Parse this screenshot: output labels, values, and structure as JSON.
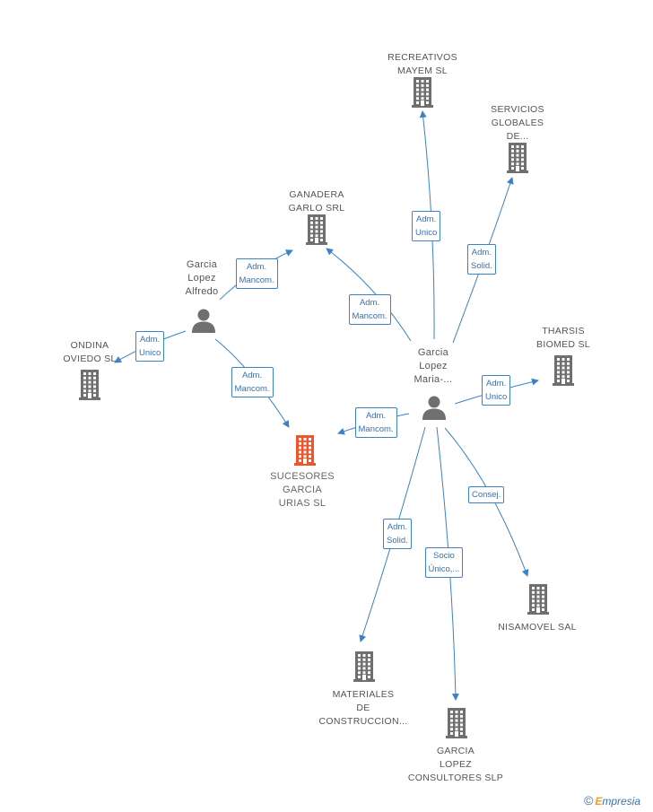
{
  "colors": {
    "edge": "#3b82c8",
    "company_icon": "#6f6f6f",
    "target_icon": "#f0542a",
    "person_icon": "#6f6f6f"
  },
  "nodes": [
    {
      "id": "recreativos",
      "type": "company",
      "label": "RECREATIVOS\nMAYEM SL"
    },
    {
      "id": "servicios",
      "type": "company",
      "label": "SERVICIOS\nGLOBALES\nDE..."
    },
    {
      "id": "ganadera",
      "type": "company",
      "label": "GANADERA\nGARLO SRL"
    },
    {
      "id": "alfredo",
      "type": "person",
      "label": "Garcia\nLopez\nAlfredo"
    },
    {
      "id": "ondina",
      "type": "company",
      "label": "ONDINA\nOVIEDO  SL"
    },
    {
      "id": "sucesores",
      "type": "target",
      "label": "SUCESORES\nGARCIA\nURIAS SL"
    },
    {
      "id": "maria",
      "type": "person",
      "label": "Garcia\nLopez\nMaria-..."
    },
    {
      "id": "tharsis",
      "type": "company",
      "label": "THARSIS\nBIOMED SL"
    },
    {
      "id": "nisamovel",
      "type": "company",
      "label": "NISAMOVEL SAL"
    },
    {
      "id": "materiales",
      "type": "company",
      "label": "MATERIALES\nDE\nCONSTRUCCION..."
    },
    {
      "id": "consultores",
      "type": "company",
      "label": "GARCIA\nLOPEZ\nCONSULTORES SLP"
    }
  ],
  "edges": [
    {
      "from": "maria",
      "to": "recreativos",
      "label": "Adm.\nUnico"
    },
    {
      "from": "maria",
      "to": "servicios",
      "label": "Adm.\nSolid."
    },
    {
      "from": "maria",
      "to": "ganadera",
      "label": "Adm.\nMancom."
    },
    {
      "from": "alfredo",
      "to": "ganadera",
      "label": "Adm.\nMancom."
    },
    {
      "from": "alfredo",
      "to": "ondina",
      "label": "Adm.\nUnico"
    },
    {
      "from": "alfredo",
      "to": "sucesores",
      "label": "Adm.\nMancom."
    },
    {
      "from": "maria",
      "to": "sucesores",
      "label": "Adm.\nMancom."
    },
    {
      "from": "maria",
      "to": "tharsis",
      "label": "Adm.\nUnico"
    },
    {
      "from": "maria",
      "to": "nisamovel",
      "label": "Consej."
    },
    {
      "from": "maria",
      "to": "materiales",
      "label": "Adm.\nSolid."
    },
    {
      "from": "maria",
      "to": "consultores",
      "label": "Socio\nÚnico,..."
    }
  ],
  "footer": {
    "copyright": "©",
    "brand_e": "E",
    "brand_rest": "mpresia"
  }
}
